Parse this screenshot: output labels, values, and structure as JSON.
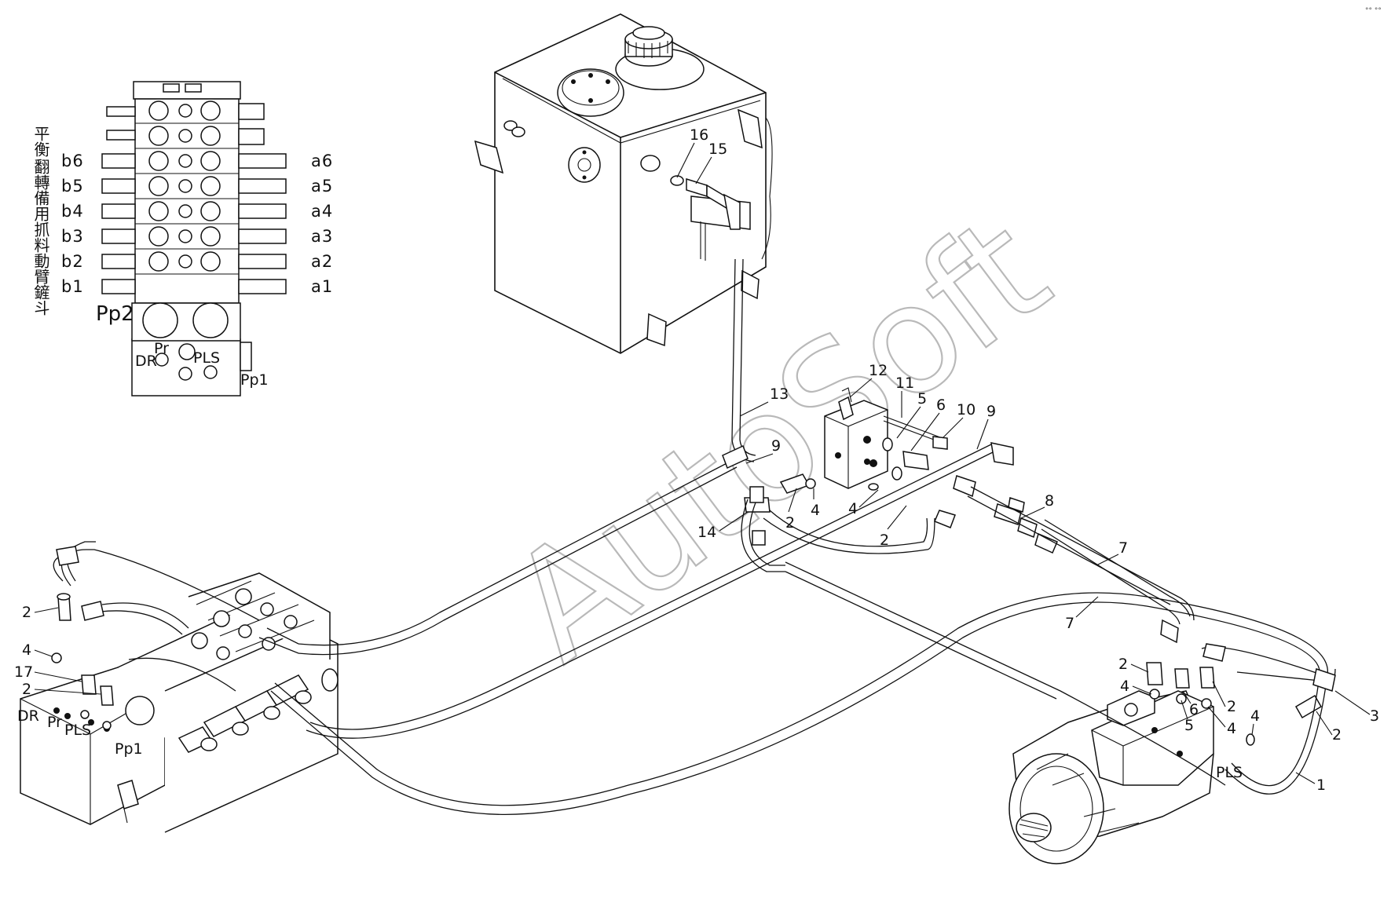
{
  "watermark": "AutoSoft",
  "corner_mark": "°° °°",
  "valve_port_labels": {
    "left": [
      "b6",
      "b5",
      "b4",
      "b3",
      "b2",
      "b1"
    ],
    "right": [
      "a6",
      "a5",
      "a4",
      "a3",
      "a2",
      "a1"
    ],
    "pp2": "Pp2",
    "dr": "DR",
    "pr": "Pr",
    "pls": "PLS",
    "pp1": "Pp1"
  },
  "side_chinese_labels": [
    "鏟斗",
    "動臂",
    "抓料",
    "備用",
    "翻轉",
    "平衡"
  ],
  "main_valve_labels": {
    "dr": "DR",
    "pr": "Pr",
    "pls": "PLS",
    "pp1": "Pp1"
  },
  "pump_label": "PLS",
  "callouts": {
    "c16": "16",
    "c15": "15",
    "c12": "12",
    "c13": "13",
    "c11": "11",
    "c5a": "5",
    "c6a": "6",
    "c10": "10",
    "c9a": "9",
    "c9b": "9",
    "c2a": "2",
    "c4a": "4",
    "c4b": "4",
    "c14": "14",
    "c2b": "2",
    "c8": "8",
    "c7a": "7",
    "c7b": "7",
    "c2c": "2",
    "c4c": "4",
    "c17": "17",
    "c2d": "2",
    "c2e": "2",
    "c4d": "4",
    "c6b": "6",
    "c5b": "5",
    "c2f": "2",
    "c4e": "4",
    "c4f": "4",
    "c3": "3",
    "c2g": "2",
    "c1": "1"
  }
}
